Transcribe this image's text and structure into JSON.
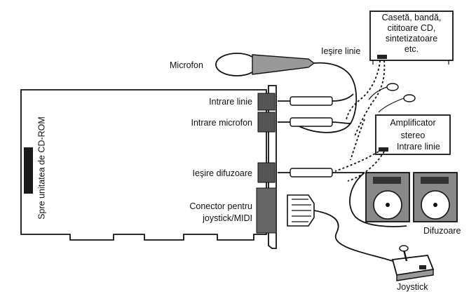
{
  "labels": {
    "source_box": "Casetă, bandă,\ncititoare CD,\nsintetizatoare\netc.",
    "line_out": "Ieşire linie",
    "microphone": "Microfon",
    "line_in": "Intrare linie",
    "mic_in": "Intrare microfon",
    "speaker_out": "Ieşire difuzoare",
    "joystick_connector": "Conector pentru\njoystick/MIDI",
    "cdrom": "Spre unitatea de CD-ROM",
    "amplifier": "Amplificator",
    "amp_stereo": "stereo",
    "amp_line_in": "Intrare linie",
    "speakers": "Difuzoare",
    "joystick": "Joystick"
  }
}
